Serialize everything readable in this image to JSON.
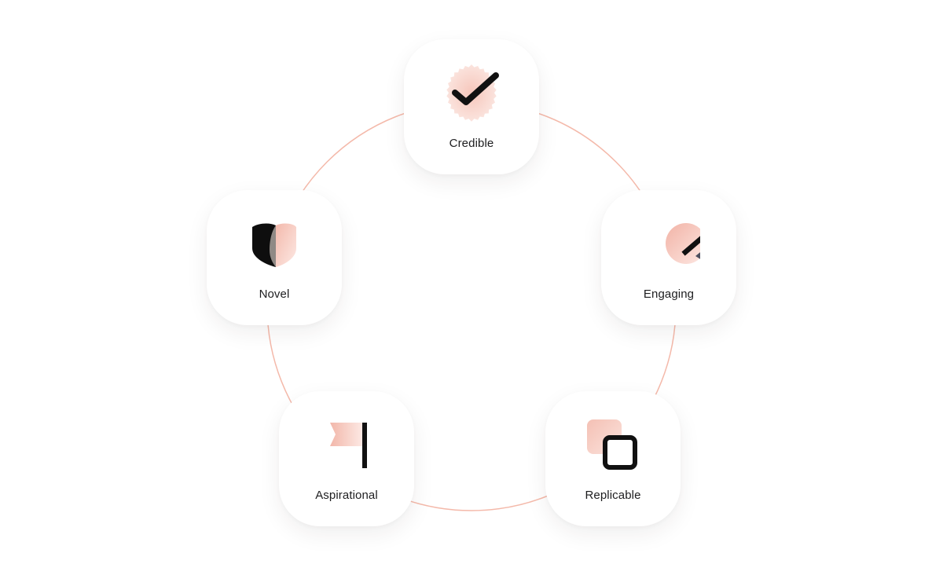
{
  "diagram": {
    "accent_color": "#f2b3a3",
    "nodes": [
      {
        "label": "Credible",
        "icon": "badge-check-icon"
      },
      {
        "label": "Engaging",
        "icon": "arrow-up-right-icon"
      },
      {
        "label": "Replicable",
        "icon": "copy-squares-icon"
      },
      {
        "label": "Aspirational",
        "icon": "flag-icon"
      },
      {
        "label": "Novel",
        "icon": "split-shield-icon"
      }
    ]
  }
}
